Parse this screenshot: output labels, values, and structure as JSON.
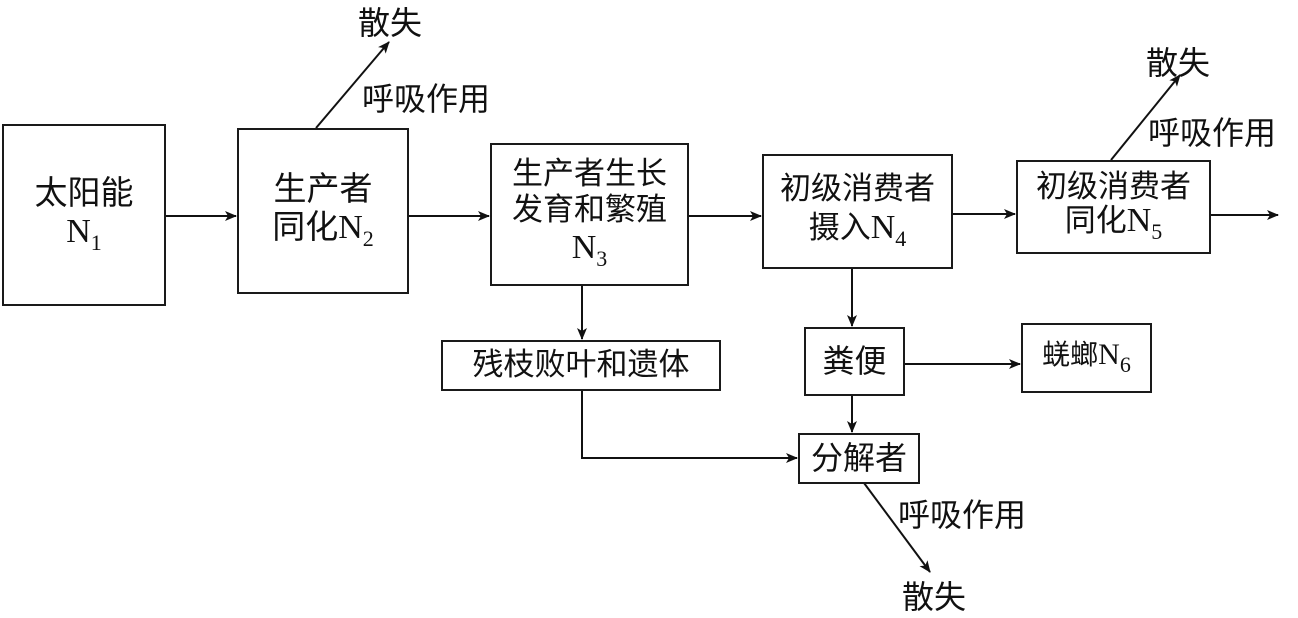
{
  "diagram": {
    "title": "能量流动示意图",
    "nodes": {
      "sun": {
        "line1": "太阳能",
        "var": "N",
        "sub": "1"
      },
      "producer_assim": {
        "line1": "生产者",
        "line2": "同化",
        "var": "N",
        "sub": "2"
      },
      "producer_growth": {
        "line1": "生产者生长",
        "line2": "发育和繁殖",
        "var": "N",
        "sub": "3"
      },
      "consumer_intake": {
        "line1": "初级消费者",
        "line2": "摄入",
        "var": "N",
        "sub": "4"
      },
      "consumer_assim": {
        "line1": "初级消费者",
        "line2": "同化",
        "var": "N",
        "sub": "5"
      },
      "litter": {
        "text": "残枝败叶和遗体"
      },
      "feces": {
        "text": "粪便"
      },
      "dung_beetle": {
        "text": "蜣螂",
        "var": "N",
        "sub": "6"
      },
      "decomposer": {
        "text": "分解者"
      }
    },
    "labels": {
      "respiration": "呼吸作用",
      "dissipation": "散失"
    },
    "edges": [
      {
        "from": "sun",
        "to": "producer_assim"
      },
      {
        "from": "producer_assim",
        "to": "producer_growth"
      },
      {
        "from": "producer_assim",
        "to": "dissipation",
        "label": "呼吸作用"
      },
      {
        "from": "producer_growth",
        "to": "consumer_intake"
      },
      {
        "from": "producer_growth",
        "to": "litter"
      },
      {
        "from": "consumer_intake",
        "to": "consumer_assim"
      },
      {
        "from": "consumer_intake",
        "to": "feces"
      },
      {
        "from": "consumer_assim",
        "to": "dissipation",
        "label": "呼吸作用"
      },
      {
        "from": "consumer_assim",
        "to": "next_level"
      },
      {
        "from": "feces",
        "to": "dung_beetle"
      },
      {
        "from": "feces",
        "to": "decomposer"
      },
      {
        "from": "litter",
        "to": "decomposer"
      },
      {
        "from": "decomposer",
        "to": "dissipation",
        "label": "呼吸作用"
      }
    ]
  }
}
